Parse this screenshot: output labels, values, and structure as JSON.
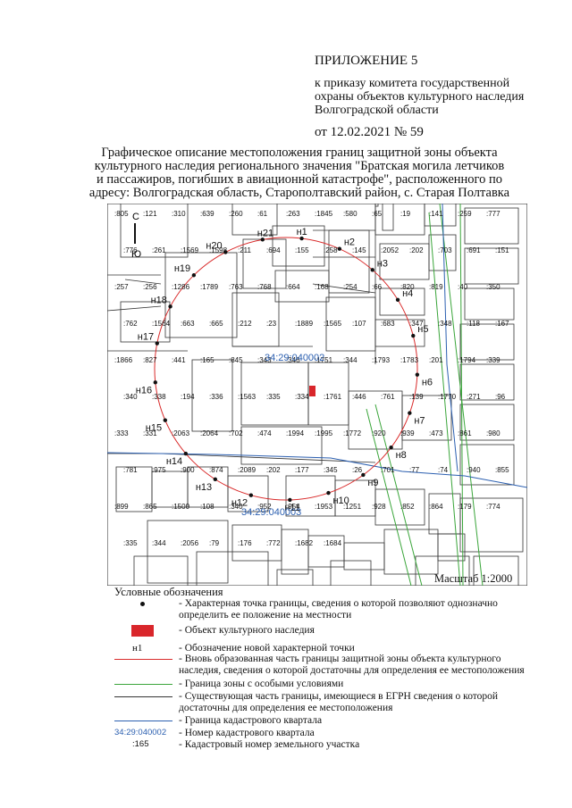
{
  "header": {
    "appendix": "ПРИЛОЖЕНИЕ 5",
    "order_lines": [
      "к приказу комитета государственной",
      "охраны объектов культурного наследия",
      "Волгоградской области"
    ],
    "date": "от 12.02.2021 № 59"
  },
  "title_lines": [
    "Графическое описание местоположения границ защитной зоны объекта",
    "культурного наследия регионального значения \"Братская могила летчиков",
    "и пассажиров, погибших в авиационной катастрофе\", расположенного по",
    "адресу: Волгоградская область, Старополтавский район, с. Старая Полтавка"
  ],
  "map": {
    "north": [
      "С",
      "Ю"
    ],
    "quarters": [
      "34:29:040002",
      "34:29:040003"
    ],
    "parcels": [
      ":805",
      ":121",
      ":310",
      ":639",
      ":260",
      ":61",
      ":263",
      ":1845",
      ":580",
      ":65",
      ":19",
      ":141",
      ":259",
      ":777",
      ":776",
      ":261",
      ":1569",
      ":1598",
      ":211",
      ":694",
      ":155",
      ":258",
      ":145",
      ":2052",
      ":202",
      ":703",
      ":691",
      ":151",
      ":257",
      ":256",
      ":1286",
      ":1789",
      ":763",
      ":768",
      ":664",
      ":168",
      ":254",
      ":66",
      ":820",
      ":819",
      ":40",
      ":350",
      ":762",
      ":1564",
      ":663",
      ":665",
      ":212",
      ":23",
      ":1889",
      ":1565",
      ":107",
      ":683",
      ":347",
      ":348",
      ":118",
      ":167",
      ":1866",
      ":827",
      ":441",
      ":165",
      ":845",
      ":343",
      ":346",
      ":1751",
      ":344",
      ":1793",
      ":1783",
      ":201",
      ":1794",
      ":339",
      ":340",
      ":338",
      ":194",
      ":336",
      ":1563",
      ":335",
      ":334",
      ":1761",
      ":446",
      ":761",
      ":139",
      ":1770",
      ":271",
      ":96",
      ":333",
      ":331",
      ":2063",
      ":2064",
      ":702",
      ":474",
      ":1994",
      ":1995",
      ":1772",
      ":920",
      ":939",
      ":473",
      ":861",
      ":980",
      ":781",
      ":975",
      ":900",
      ":874",
      ":2089",
      ":202",
      ":177",
      ":345",
      ":26",
      ":701",
      ":77",
      ":74",
      ":940",
      ":855",
      ":899",
      ":865",
      ":1500",
      ":108",
      ":340",
      ":952",
      ":954",
      ":1953",
      ":1251",
      ":928",
      ":852",
      ":864",
      ":179",
      ":774",
      ":335",
      ":344",
      ":2056",
      ":79",
      ":176",
      ":772",
      ":1682",
      ":1684"
    ],
    "points": [
      "н1",
      "н2",
      "н3",
      "н4",
      "н5",
      "н6",
      "н7",
      "н8",
      "н9",
      "н10",
      "н11",
      "н12",
      "н13",
      "н14",
      "н15",
      "н16",
      "н17",
      "н18",
      "н19",
      "н20",
      "н21"
    ]
  },
  "scale": "Масштаб 1:2000",
  "legend": {
    "heading": "Условные обозначения",
    "items": [
      {
        "symbol": "dot",
        "lines": [
          "- Характерная точка границы, сведения о которой позволяют однозначно",
          "определить ее положение на местности"
        ]
      },
      {
        "symbol": "red-rect",
        "lines": [
          "- Объект культурного наследия"
        ]
      },
      {
        "symbol": "н1",
        "lines": [
          "- Обозначение новой характерной точки"
        ]
      },
      {
        "symbol": "red-line",
        "lines": [
          "- Вновь образованная часть границы защитной зоны объекта культурного",
          "наследия, сведения о которой достаточны для определения ее местоположения"
        ]
      },
      {
        "symbol": "green-line",
        "lines": [
          "- Граница зоны с особыми условиями"
        ]
      },
      {
        "symbol": "black-line",
        "lines": [
          "- Существующая часть границы, имеющиеся в ЕГРН сведения о которой",
          "достаточны для определения ее местоположения"
        ]
      },
      {
        "symbol": "blue-line",
        "lines": [
          "- Граница кадастрового квартала"
        ]
      },
      {
        "symbol": "34:29:040002",
        "lines": [
          "- Номер кадастрового квартала"
        ]
      },
      {
        "symbol": ":165",
        "lines": [
          "- Кадастровый номер земельного участка"
        ]
      }
    ]
  },
  "colors": {
    "boundary": "#d92b2b",
    "zone": "#3aa53a",
    "quarter": "#2b5fb0",
    "quarter_label": "#2b5fb0",
    "object": "#d9262b"
  }
}
